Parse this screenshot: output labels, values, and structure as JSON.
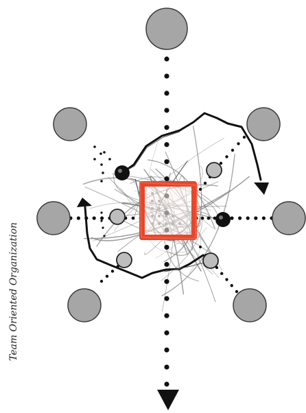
{
  "side_label": "Team Oriented Organization",
  "colors": {
    "node_fill": "#a6a6a6",
    "node_stroke": "#3a3a3a",
    "dot": "#111111",
    "center_square": "#e8452a",
    "scribble": "#8a8a8a"
  },
  "icons": {
    "arrow_down": "triangle-down",
    "arrow_up_left": "arrowhead",
    "arrow_down_right": "arrowhead"
  }
}
